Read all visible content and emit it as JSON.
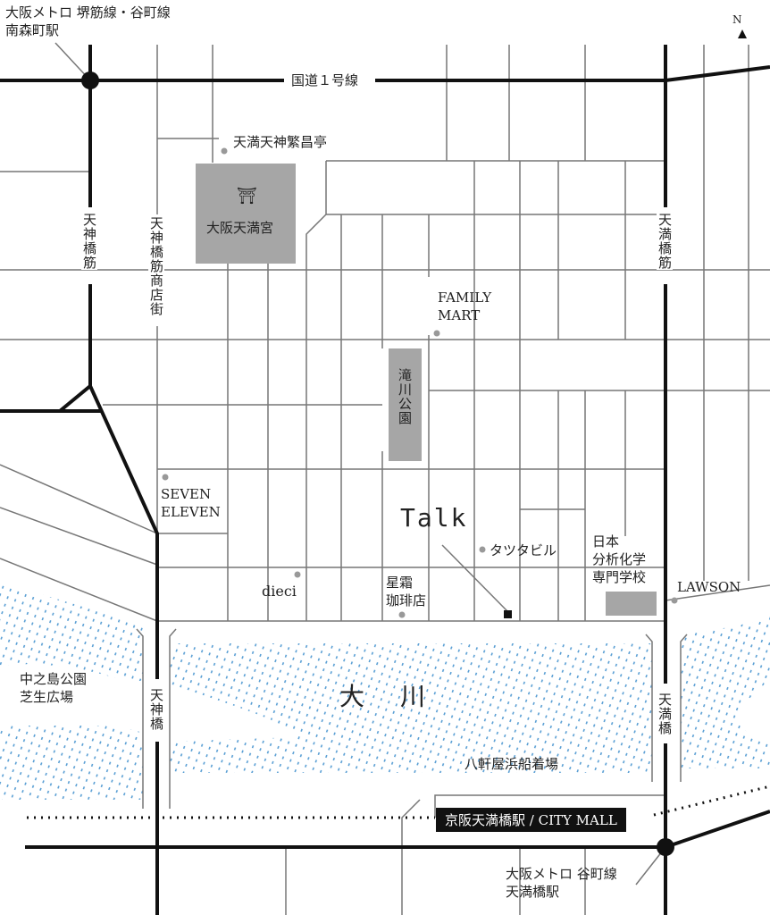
{
  "colors": {
    "road": "#111111",
    "street": "#777777",
    "block": "#a6a6a6",
    "poi_dot": "#999999",
    "water": "#5a9fd4"
  },
  "compass": {
    "label": "N"
  },
  "stations": {
    "minamimorimachi": "大阪メトロ 堺筋線・谷町線\n南森町駅",
    "minamimorimachi_line1": "大阪メトロ 堺筋線・谷町線",
    "minamimorimachi_line2": "南森町駅",
    "temmabashi_line1": "大阪メトロ 谷町線",
    "temmabashi_line2": "天満橋駅",
    "keihan": "京阪天満橋駅 / CITY MALL"
  },
  "roads": {
    "route1": "国道１号線",
    "tenjinbashisuji": "天神橋筋",
    "tenjinbashisuji_shotengai": "天神橋筋商店街",
    "temmabashisuji": "天満橋筋",
    "tenjinbashi": "天神橋",
    "temmabashi": "天満橋"
  },
  "places": {
    "hanjoutei": "天満天神繁昌亭",
    "shrine_icon": "⛩",
    "tenmangu": "大阪天満宮",
    "family_mart_1": "FAMILY",
    "family_mart_2": "MART",
    "takigawa_park": "滝川公園",
    "seven_1": "SEVEN",
    "seven_2": "ELEVEN",
    "talk": "Talk",
    "tatsuta": "タツタビル",
    "school_1": "日本",
    "school_2": "分析化学",
    "school_3": "専門学校",
    "lawson": "LAWSON",
    "dieci": "dieci",
    "seiso_1": "星霜",
    "seiso_2": "珈琲店",
    "nakanoshima_1": "中之島公園",
    "nakanoshima_2": "芝生広場",
    "okawa": "大川",
    "hachikenya": "八軒屋浜船着場"
  }
}
